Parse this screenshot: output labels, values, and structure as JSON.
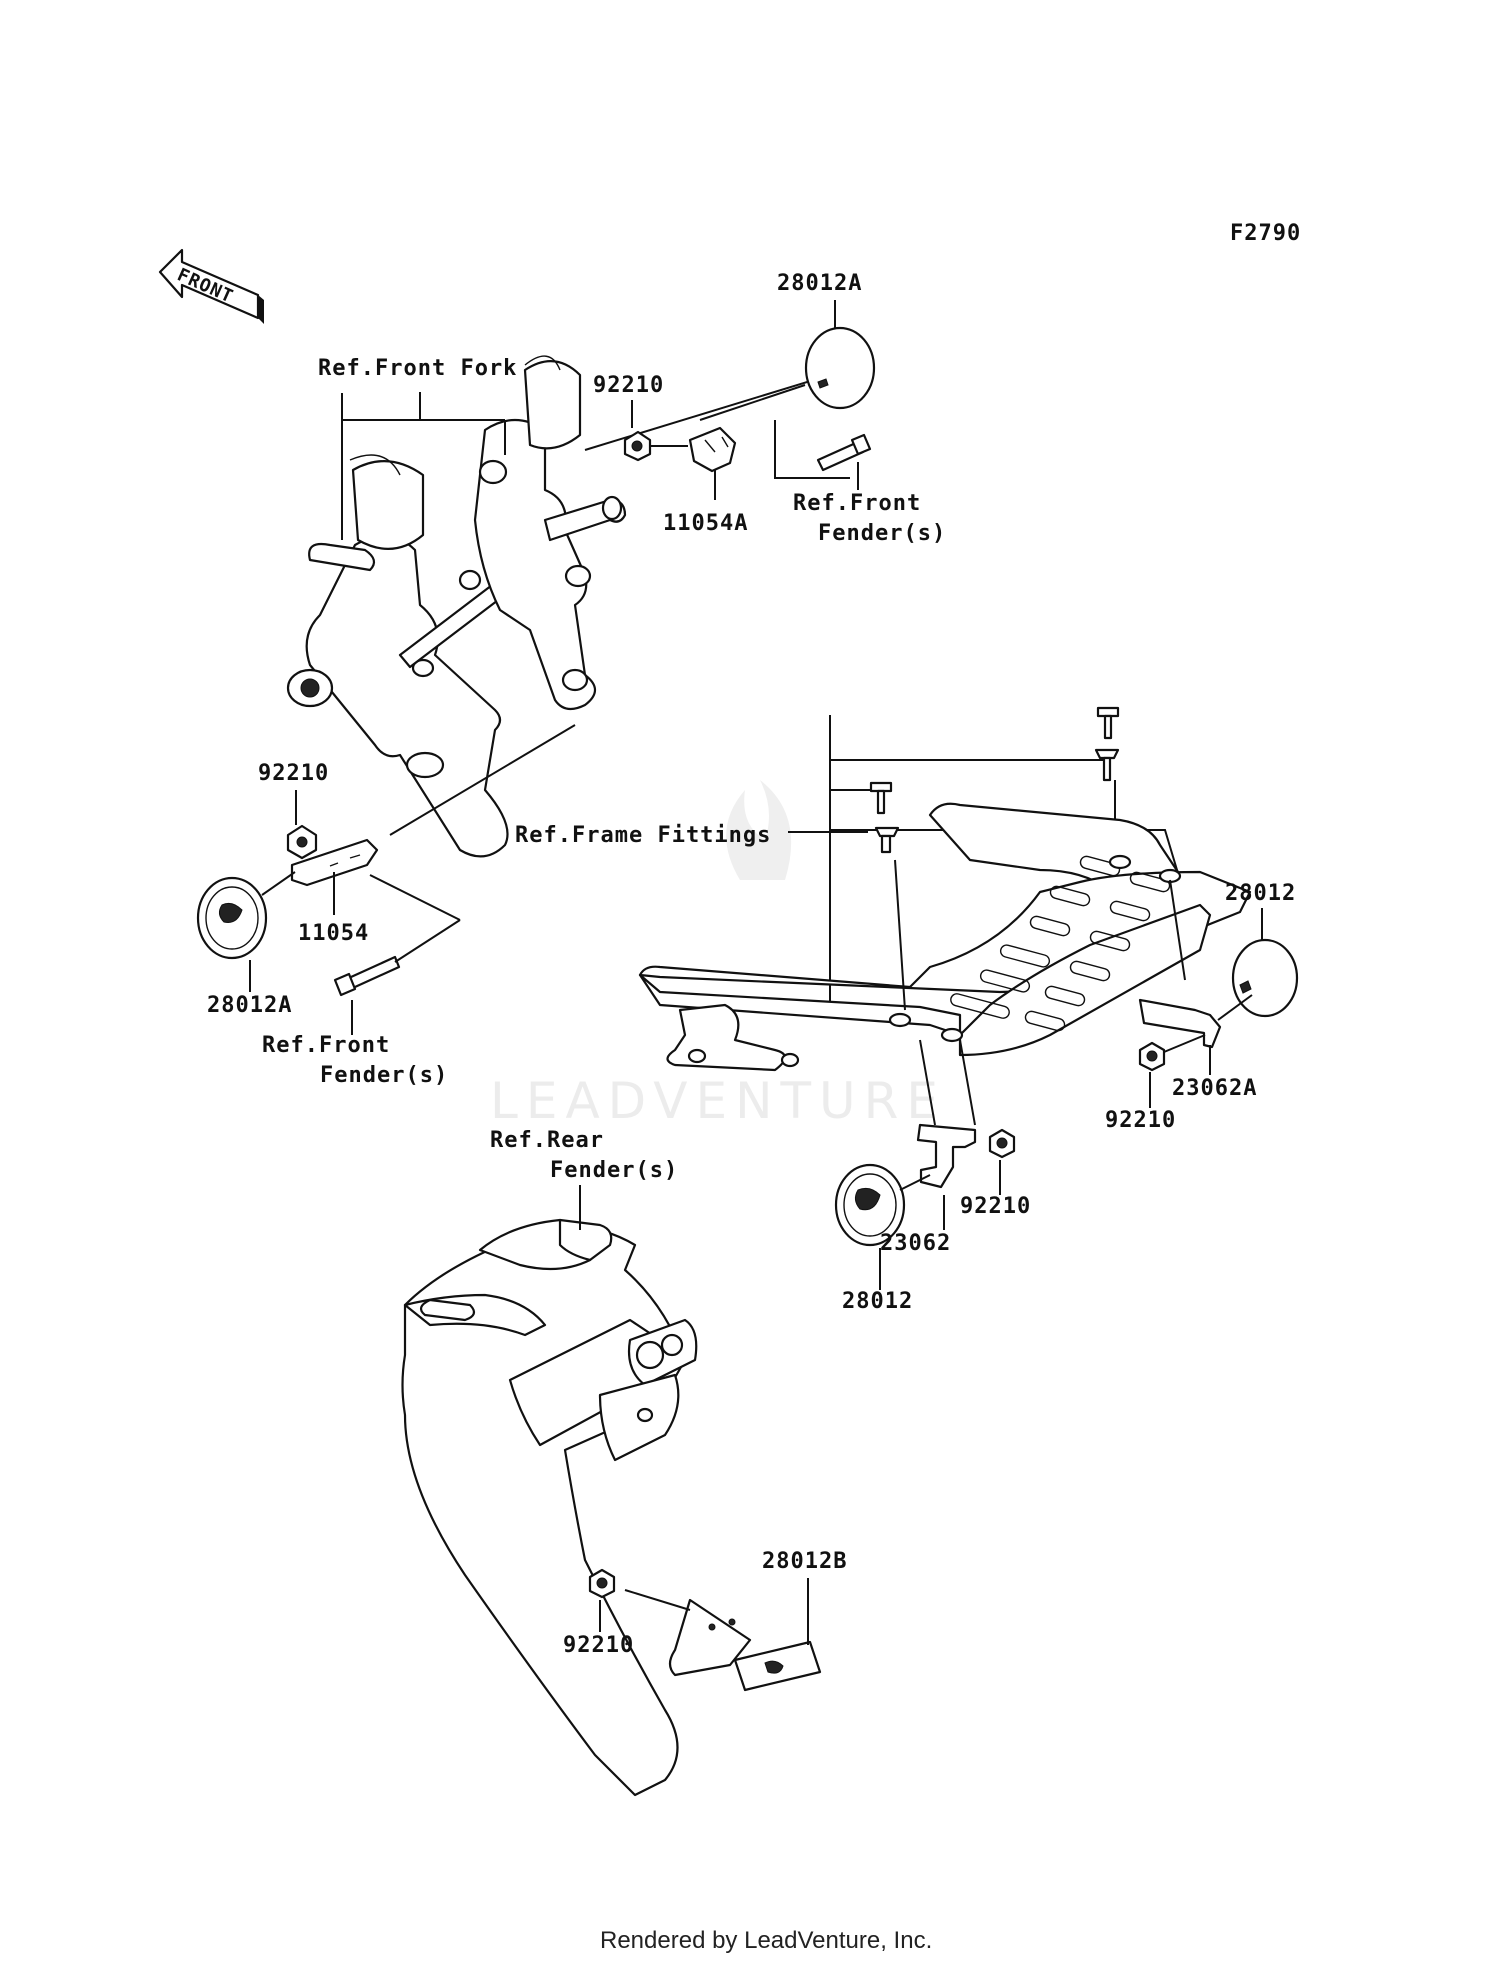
{
  "diagram_code": "F2790",
  "front_arrow": "FRONT",
  "labels": {
    "ref_front_fork": "Ref.Front Fork",
    "p92210_top": "92210",
    "p28012A_top": "28012A",
    "p11054A": "11054A",
    "ref_front_fender_top_1": "Ref.Front",
    "ref_front_fender_top_2": "Fender(s)",
    "p92210_left": "92210",
    "p11054": "11054",
    "p28012A_left": "28012A",
    "ref_front_fender_left_1": "Ref.Front",
    "ref_front_fender_left_2": "Fender(s)",
    "ref_frame_fittings": "Ref.Frame Fittings",
    "p28012_right": "28012",
    "p23062A": "23062A",
    "p92210_right": "92210",
    "p92210_mid": "92210",
    "p23062": "23062",
    "p28012_mid": "28012",
    "ref_rear_fender_1": "Ref.Rear",
    "ref_rear_fender_2": "Fender(s)",
    "p28012B": "28012B",
    "p92210_bottom": "92210"
  },
  "watermark": "LEADVENTURE",
  "footer": "Rendered by LeadVenture, Inc."
}
